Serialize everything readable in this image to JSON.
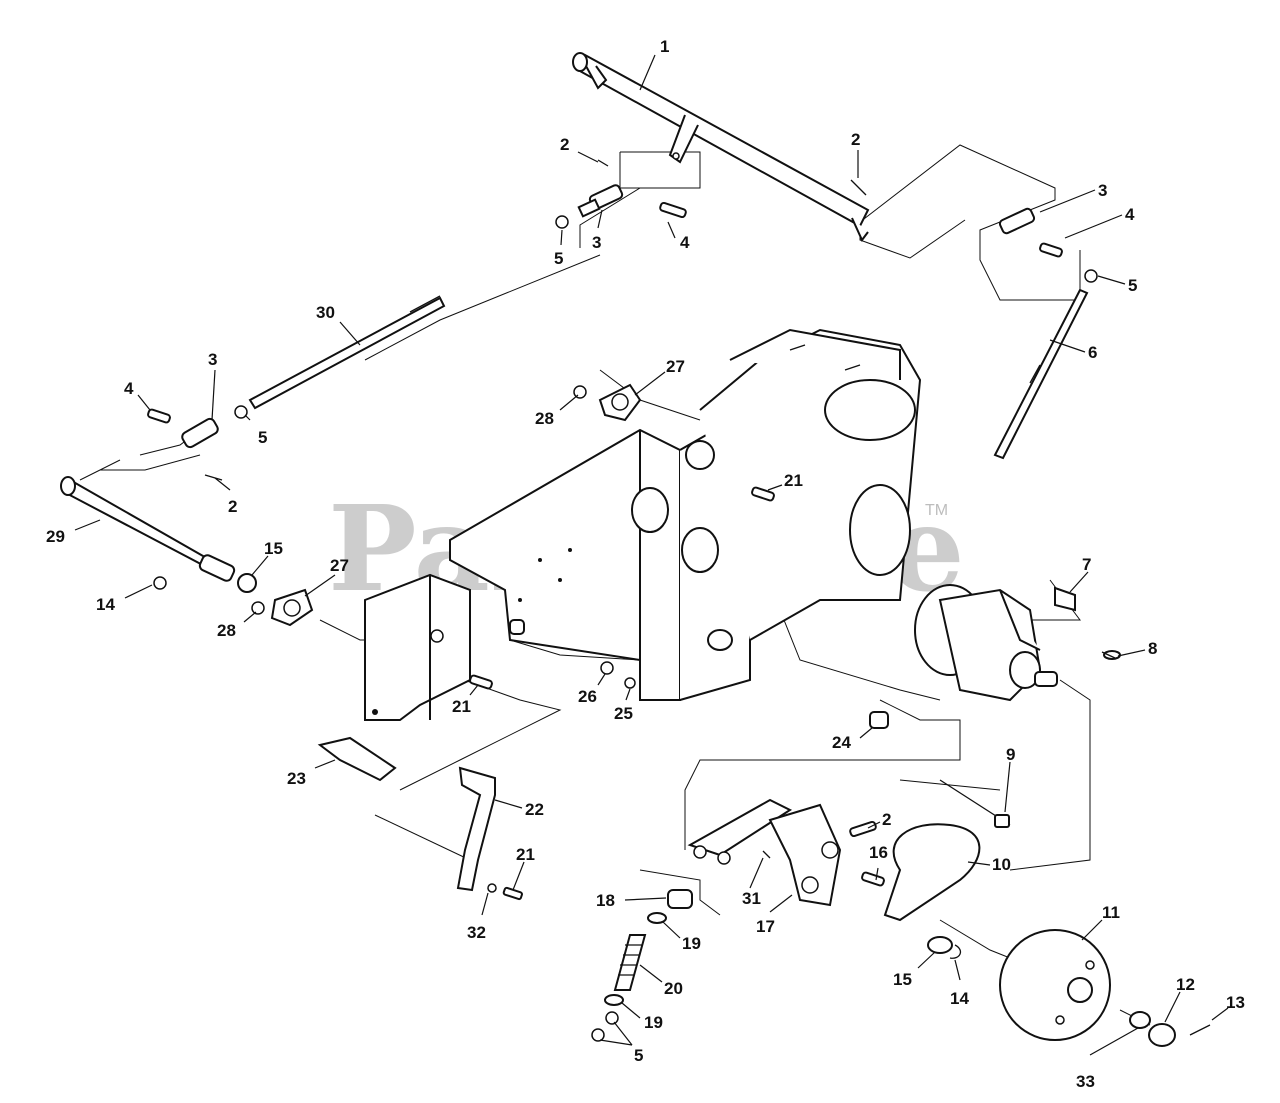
{
  "watermark": {
    "text": "PartsTree",
    "trademark": "TM"
  },
  "callouts": [
    {
      "label": "1"
    },
    {
      "label": "2"
    },
    {
      "label": "2"
    },
    {
      "label": "3"
    },
    {
      "label": "4"
    },
    {
      "label": "3"
    },
    {
      "label": "4"
    },
    {
      "label": "5"
    },
    {
      "label": "5"
    },
    {
      "label": "6"
    },
    {
      "label": "30"
    },
    {
      "label": "3"
    },
    {
      "label": "4"
    },
    {
      "label": "5"
    },
    {
      "label": "27"
    },
    {
      "label": "28"
    },
    {
      "label": "2"
    },
    {
      "label": "29"
    },
    {
      "label": "21"
    },
    {
      "label": "15"
    },
    {
      "label": "27"
    },
    {
      "label": "14"
    },
    {
      "label": "28"
    },
    {
      "label": "7"
    },
    {
      "label": "8"
    },
    {
      "label": "21"
    },
    {
      "label": "26"
    },
    {
      "label": "25"
    },
    {
      "label": "24"
    },
    {
      "label": "23"
    },
    {
      "label": "22"
    },
    {
      "label": "9"
    },
    {
      "label": "2"
    },
    {
      "label": "16"
    },
    {
      "label": "10"
    },
    {
      "label": "21"
    },
    {
      "label": "18"
    },
    {
      "label": "31"
    },
    {
      "label": "17"
    },
    {
      "label": "32"
    },
    {
      "label": "19"
    },
    {
      "label": "11"
    },
    {
      "label": "20"
    },
    {
      "label": "15"
    },
    {
      "label": "14"
    },
    {
      "label": "12"
    },
    {
      "label": "13"
    },
    {
      "label": "19"
    },
    {
      "label": "5"
    },
    {
      "label": "33"
    }
  ]
}
